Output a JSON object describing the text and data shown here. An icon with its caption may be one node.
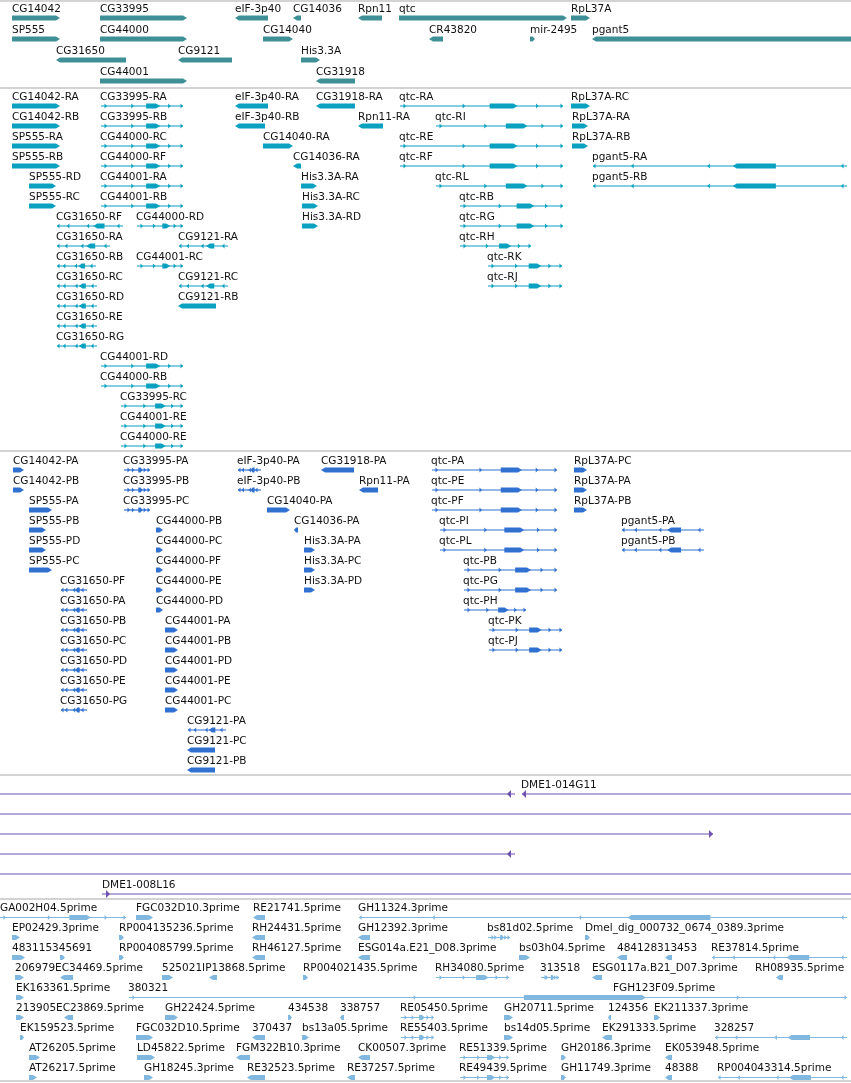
{
  "diagram": {
    "labels": [
      "CG14042",
      "CG33995",
      "eIF-3p40",
      "CG14036",
      "Rpn11",
      "qtc",
      "RpL37A",
      "SP555",
      "CG44000",
      "CG14040",
      "CR43820",
      "mir-2495",
      "pgant5",
      "CG31650",
      "CG9121",
      "His3.3A",
      "CG44001",
      "CG31918",
      "CG14042-RA",
      "CG33995-RA",
      "eIF-3p40-RA",
      "CG31918-RA",
      "qtc-RA",
      "RpL37A-RC",
      "CG14042-RB",
      "CG33995-RB",
      "eIF-3p40-RB",
      "Rpn11-RA",
      "qtc-RI",
      "RpL37A-RA",
      "SP555-RA",
      "CG44000-RC",
      "CG14040-RA",
      "qtc-RE",
      "RpL37A-RB",
      "SP555-RB",
      "CG44000-RF",
      "CG14036-RA",
      "qtc-RF",
      "pgant5-RA",
      "SP555-RD",
      "CG44001-RA",
      "His3.3A-RA",
      "qtc-RL",
      "pgant5-RB",
      "SP555-RC",
      "CG44001-RB",
      "His3.3A-RC",
      "qtc-RB",
      "CG31650-RF",
      "CG44000-RD",
      "His3.3A-RD",
      "qtc-RG",
      "CG31650-RA",
      "CG9121-RA",
      "qtc-RH",
      "CG31650-RB",
      "CG44001-RC",
      "qtc-RK",
      "CG31650-RC",
      "CG9121-RC",
      "qtc-RJ",
      "CG31650-RD",
      "CG9121-RB",
      "CG31650-RE",
      "CG31650-RG",
      "CG44001-RD",
      "CG44000-RB",
      "CG33995-RC",
      "CG44001-RE",
      "CG44000-RE",
      "CG14042-PA",
      "CG33995-PA",
      "eIF-3p40-PA",
      "CG31918-PA",
      "qtc-PA",
      "RpL37A-PC",
      "CG14042-PB",
      "CG33995-PB",
      "eIF-3p40-PB",
      "Rpn11-PA",
      "qtc-PE",
      "RpL37A-PA",
      "SP555-PA",
      "CG33995-PC",
      "CG14040-PA",
      "qtc-PF",
      "RpL37A-PB",
      "SP555-PB",
      "CG44000-PB",
      "CG14036-PA",
      "qtc-PI",
      "pgant5-PA",
      "SP555-PD",
      "CG44000-PC",
      "His3.3A-PA",
      "qtc-PL",
      "pgant5-PB",
      "SP555-PC",
      "CG44000-PF",
      "His3.3A-PC",
      "qtc-PB",
      "CG31650-PF",
      "CG44000-PE",
      "His3.3A-PD",
      "qtc-PG",
      "CG31650-PA",
      "CG44000-PD",
      "qtc-PH",
      "CG31650-PB",
      "CG44001-PA",
      "qtc-PK",
      "CG31650-PC",
      "CG44001-PB",
      "qtc-PJ",
      "CG31650-PD",
      "CG44001-PD",
      "CG31650-PE",
      "CG44001-PE",
      "CG31650-PG",
      "CG44001-PC",
      "CG9121-PA",
      "CG9121-PC",
      "CG9121-PB",
      "DME1-014G11",
      "DME1-008L16",
      "GA002H04.5prime",
      "FGC032D10.3prime",
      "RE21741.5prime",
      "GH11324.3prime",
      "EP02429.3prime",
      "RP004135236.5prime",
      "RH24431.5prime",
      "GH12392.3prime",
      "bs81d02.5prime",
      "Dmel_dig_000732_0674_0389.3prime",
      "483115345691",
      "RP004085799.5prime",
      "RH46127.5prime",
      "ESG014a.E21_D08.3prime",
      "bs03h04.5prime",
      "484128313453",
      "RE37814.5prime",
      "206979EC34469.5prime",
      "525021IP13868.5prime",
      "RP004021435.5prime",
      "RH34080.5prime",
      "313518",
      "ESG0117a.B21_D07.3prime",
      "RH08935.5prime",
      "EK163361.5prime",
      "380321",
      "FGH123F09.5prime",
      "213905EC23869.5prime",
      "GH22424.5prime",
      "434538",
      "338757",
      "RE05450.5prime",
      "GH20711.5prime",
      "124356",
      "EK211337.3prime",
      "EK159523.5prime",
      "FGC032D10.5prime",
      "370437",
      "bs13a05.5prime",
      "RE55403.5prime",
      "bs14d05.5prime",
      "EK291333.5prime",
      "328257",
      "AT26205.5prime",
      "LD45822.5prime",
      "FGM322B10.3prime",
      "CK00507.3prime",
      "RE51339.5prime",
      "GH20186.3prime",
      "EK053948.5prime",
      "AT26217.5prime",
      "GH18245.3prime",
      "RE32523.5prime",
      "RE37257.5prime",
      "RE49439.5prime",
      "GH11749.3prime",
      "48388",
      "RP004043314.5prime"
    ]
  }
}
